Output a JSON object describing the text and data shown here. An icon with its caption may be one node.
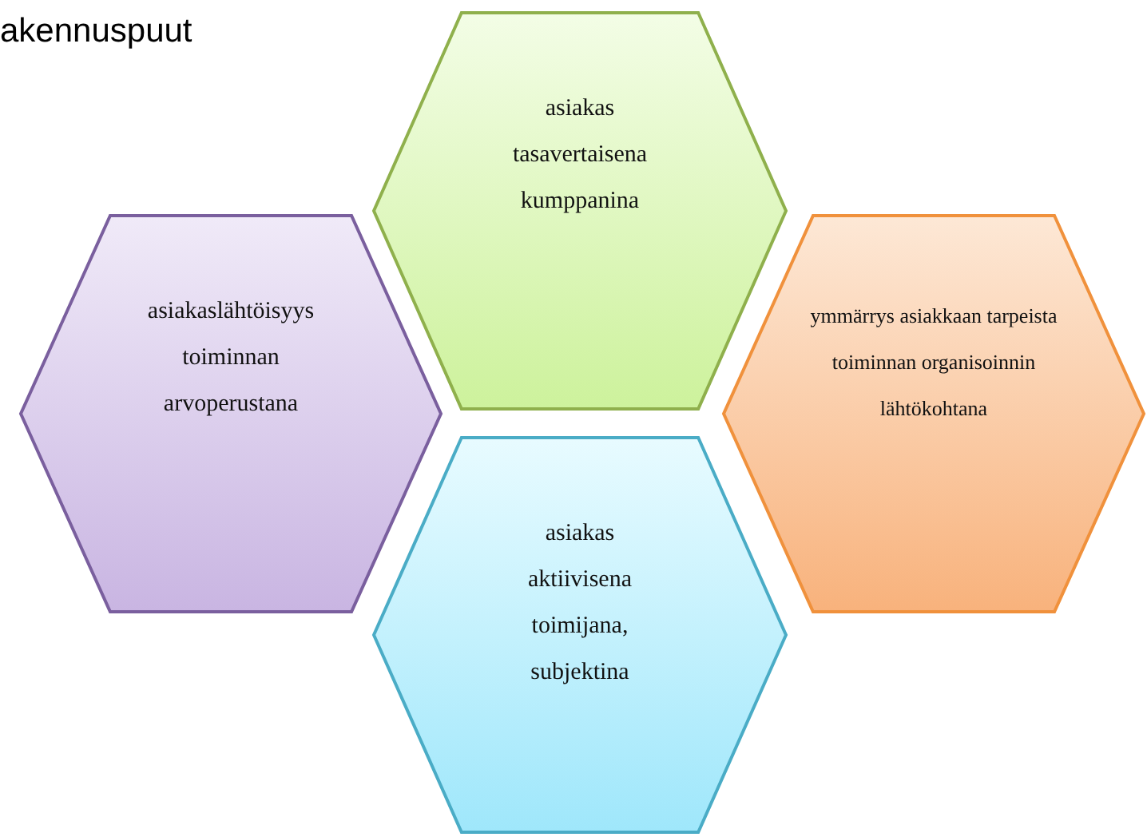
{
  "diagram": {
    "title": "akennuspuut",
    "nodes": [
      {
        "text": [
          "asiakas tasavertaisena kumppanina"
        ]
      },
      {
        "text": [
          "asiakaslähtöisyys toiminnan arvoperustana"
        ]
      },
      {
        "text": [
          "ymmärrys asiakkaan tarpeista toiminnan organisoinnin lähtökohtana"
        ]
      },
      {
        "text": [
          "asiakas aktiivisena toimijana, subjektina"
        ]
      }
    ]
  }
}
